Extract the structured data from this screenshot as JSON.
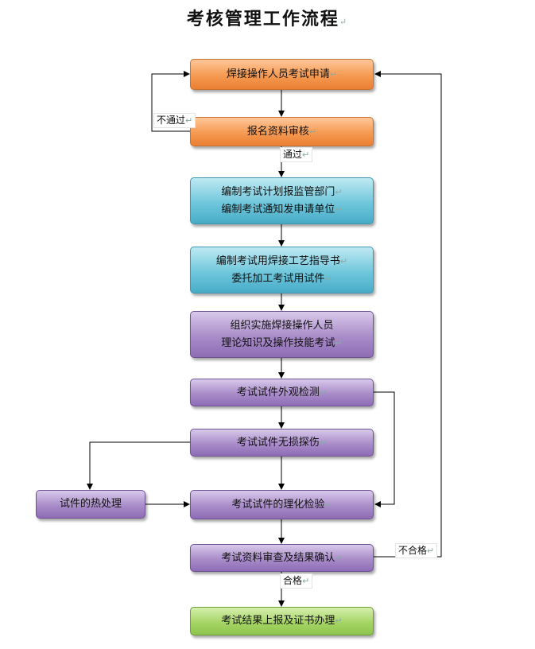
{
  "title": "考核管理工作流程",
  "nodes": {
    "apply": "焊接操作人员考试申请",
    "review": "报名资料审核",
    "plan_l1": "编制考试计划报监管部门",
    "plan_l2": "编制考试通知发申请单位",
    "spec_l1": "编制考试用焊接工艺指导书",
    "spec_l2": "委托加工考试用试件",
    "org_l1": "组织实施焊接操作人员",
    "org_l2": "理论知识及操作技能考试",
    "visual": "考试试件外观检测",
    "ndt": "考试试件无损探伤",
    "heat": "试件的热处理",
    "mech": "考试试件的理化检验",
    "confirm": "考试资料审查及结果确认",
    "report": "考试结果上报及证书办理"
  },
  "edge_labels": {
    "fail_review": "不通过",
    "pass_review": "通过",
    "fail_result": "不合格",
    "pass_result": "合格"
  },
  "colors": {
    "orange": "#f59a52",
    "blue": "#6fc7dc",
    "purple": "#a98cc9",
    "green": "#a6d566",
    "line": "#000000"
  }
}
